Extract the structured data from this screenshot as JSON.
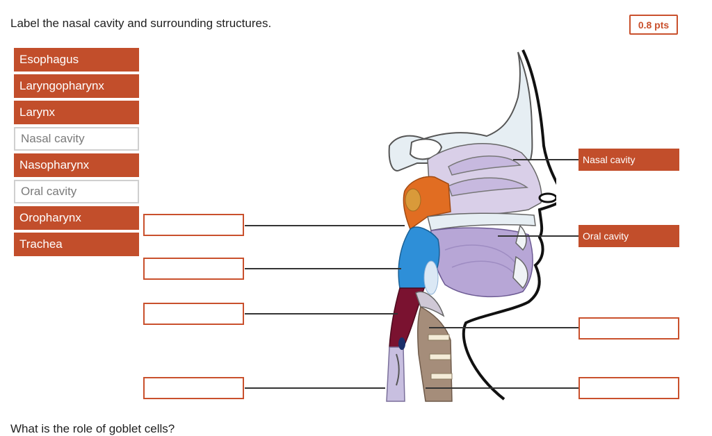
{
  "question": {
    "prompt": "Label the nasal cavity and surrounding structures.",
    "points": "0.8 pts"
  },
  "word_bank": [
    {
      "label": "Esophagus",
      "state": "available"
    },
    {
      "label": "Laryngopharynx",
      "state": "available"
    },
    {
      "label": "Larynx",
      "state": "available"
    },
    {
      "label": "Nasal cavity",
      "state": "used"
    },
    {
      "label": "Nasopharynx",
      "state": "available"
    },
    {
      "label": "Oral cavity",
      "state": "used"
    },
    {
      "label": "Oropharynx",
      "state": "available"
    },
    {
      "label": "Trachea",
      "state": "available"
    }
  ],
  "targets": {
    "right_1": "Nasal cavity",
    "right_2": "Oral cavity",
    "right_3": "",
    "right_4": "",
    "left_1": "",
    "left_2": "",
    "left_3": "",
    "left_4": ""
  },
  "next_question": "What is the role of goblet cells?"
}
